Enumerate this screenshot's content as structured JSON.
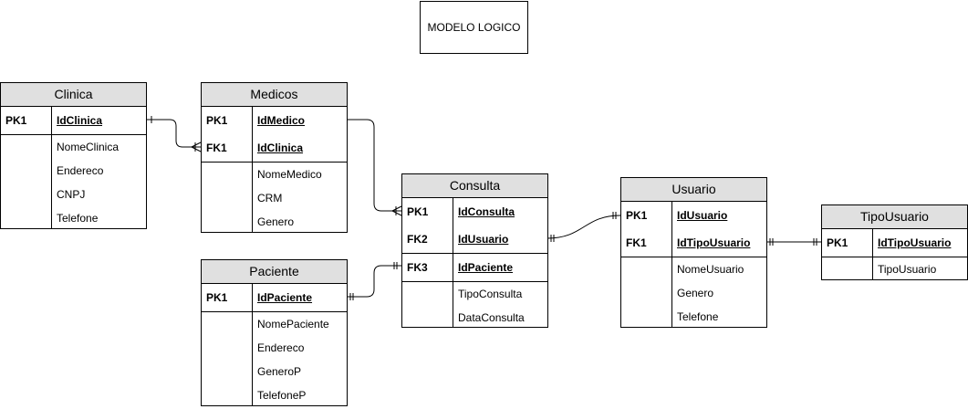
{
  "title": "MODELO LOGICO",
  "entities": {
    "clinica": {
      "name": "Clinica",
      "keys": [
        {
          "key": "PK1",
          "field": "IdClinica"
        }
      ],
      "attributes": [
        "NomeClinica",
        "Endereco",
        "CNPJ",
        "Telefone"
      ]
    },
    "medicos": {
      "name": "Medicos",
      "keys": [
        {
          "key": "PK1",
          "field": "IdMedico"
        },
        {
          "key": "FK1",
          "field": "IdClinica"
        }
      ],
      "attributes": [
        "NomeMedico",
        "CRM",
        "Genero"
      ]
    },
    "paciente": {
      "name": "Paciente",
      "keys": [
        {
          "key": "PK1",
          "field": "IdPaciente"
        }
      ],
      "attributes": [
        "NomePaciente",
        "Endereco",
        "GeneroP",
        "TelefoneP"
      ]
    },
    "consulta": {
      "name": "Consulta",
      "keys": [
        {
          "key": "PK1",
          "field": "IdConsulta"
        },
        {
          "key": "FK2",
          "field": "IdUsuario"
        }
      ],
      "keys2": [
        {
          "key": "FK3",
          "field": "IdPaciente"
        }
      ],
      "attributes": [
        "TipoConsulta",
        "DataConsulta"
      ]
    },
    "usuario": {
      "name": "Usuario",
      "keys": [
        {
          "key": "PK1",
          "field": "IdUsuario"
        },
        {
          "key": "FK1",
          "field": "IdTipoUsuario"
        }
      ],
      "attributes": [
        "NomeUsuario",
        "Genero",
        "Telefone"
      ]
    },
    "tipousuario": {
      "name": "TipoUsuario",
      "keys": [
        {
          "key": "PK1",
          "field": "IdTipoUsuario"
        }
      ],
      "attributes": [
        "TipoUsuario"
      ]
    }
  }
}
